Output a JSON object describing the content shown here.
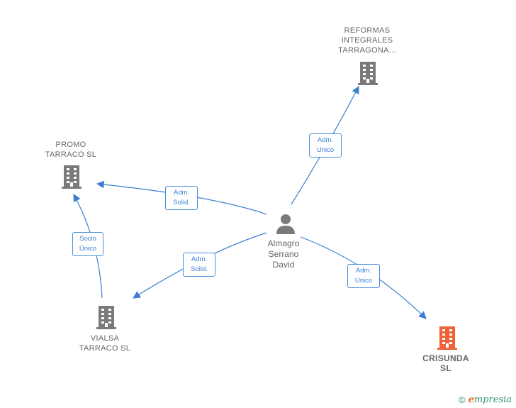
{
  "colors": {
    "edge": "#3a7fd0",
    "building_gray": "#7a7a7a",
    "building_highlight": "#f0633a",
    "person": "#7a7a7a"
  },
  "nodes": {
    "reformas": "REFORMAS\nINTEGRALES\nTARRAGONA...",
    "promo": "PROMO\nTARRACO  SL",
    "person": "Almagro\nSerrano\nDavid",
    "vialsa": "VIALSA\nTARRACO  SL",
    "crisunda": "CRISUNDA\nSL"
  },
  "edges": {
    "to_reformas": "Adm.\nUnico",
    "to_promo": "Adm.\nSolid.",
    "to_vialsa": "Adm.\nSolid.",
    "to_crisunda": "Adm.\nUnico",
    "vialsa_to_promo": "Socio\nÚnico"
  },
  "footer": {
    "copyright_symbol": "©",
    "brand_initial": "e",
    "brand_rest": "mpresia"
  }
}
